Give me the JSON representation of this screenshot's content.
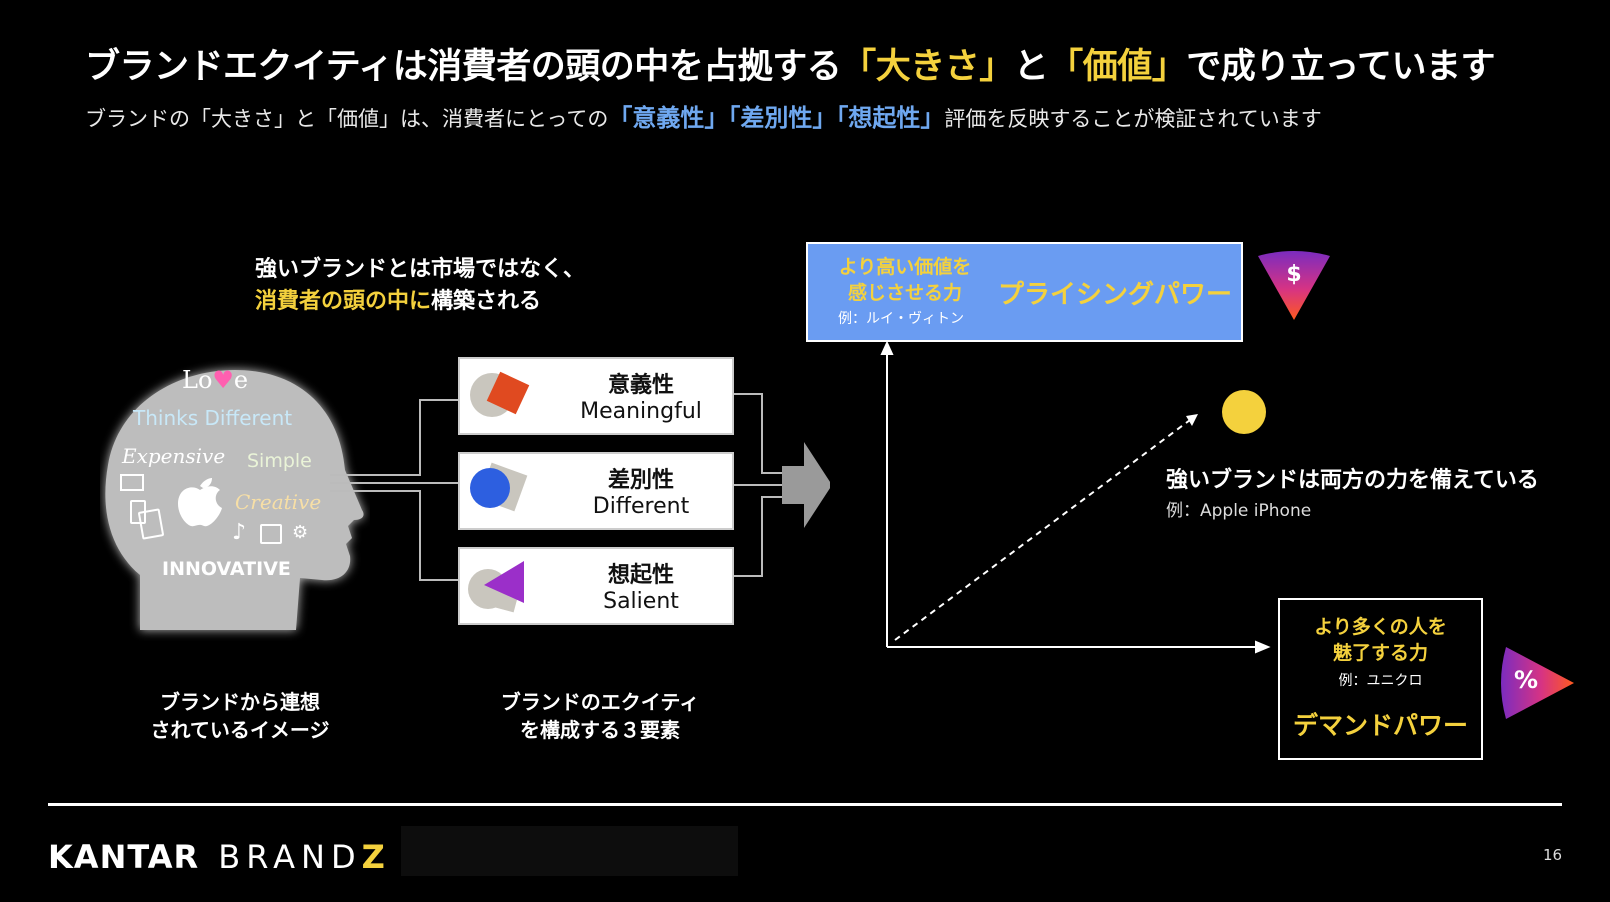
{
  "title": {
    "part1": "ブランドエクイティは消費者の頭の中を占拠する",
    "hl1": "「大きさ」",
    "part2": "と",
    "hl2": "「価値」",
    "part3": "で成り立っています"
  },
  "subtitle": {
    "part1": "ブランドの「大きさ」と「価値」は、消費者にとっての",
    "hl1": "「意義性」",
    "hl2": "「差別性」",
    "hl3": "「想起性」",
    "part2": "評価を反映することが検証されています"
  },
  "headline": {
    "line1": "強いブランドとは市場ではなく、",
    "line2_hl": "消費者の頭の中に",
    "line2_rest": "構築される"
  },
  "head_keywords": [
    "Lo",
    "e",
    "Thinks Different",
    "Expensive",
    "Simple",
    "Creative",
    "INNOVATIVE"
  ],
  "pillars": [
    {
      "jp": "意義性",
      "en": "Meaningful"
    },
    {
      "jp": "差別性",
      "en": "Different"
    },
    {
      "jp": "想起性",
      "en": "Salient"
    }
  ],
  "captions": {
    "left_line1": "ブランドから連想",
    "left_line2": "されているイメージ",
    "mid_line1": "ブランドのエクイティ",
    "mid_line2": "を構成する３要素"
  },
  "pricing": {
    "desc_line1": "より高い価値を",
    "desc_line2": "感じさせる力",
    "example": "例：ルイ・ヴィトン",
    "label": "プライシングパワー",
    "icon": "$"
  },
  "strong": {
    "label": "強いブランドは両方の力を備えている",
    "example": "例：Apple iPhone"
  },
  "demand": {
    "desc_line1": "より多くの人を",
    "desc_line2": "魅了する力",
    "example": "例：ユニクロ",
    "label": "デマンドパワー",
    "icon": "%"
  },
  "footer": {
    "brand1": "KANTAR",
    "brand2": "BRAND",
    "brand3": "Z",
    "page": "16"
  },
  "colors": {
    "accent_yellow": "#f4d13d",
    "accent_blue": "#6fa8f0",
    "pricing_box": "#6a9cf2"
  }
}
